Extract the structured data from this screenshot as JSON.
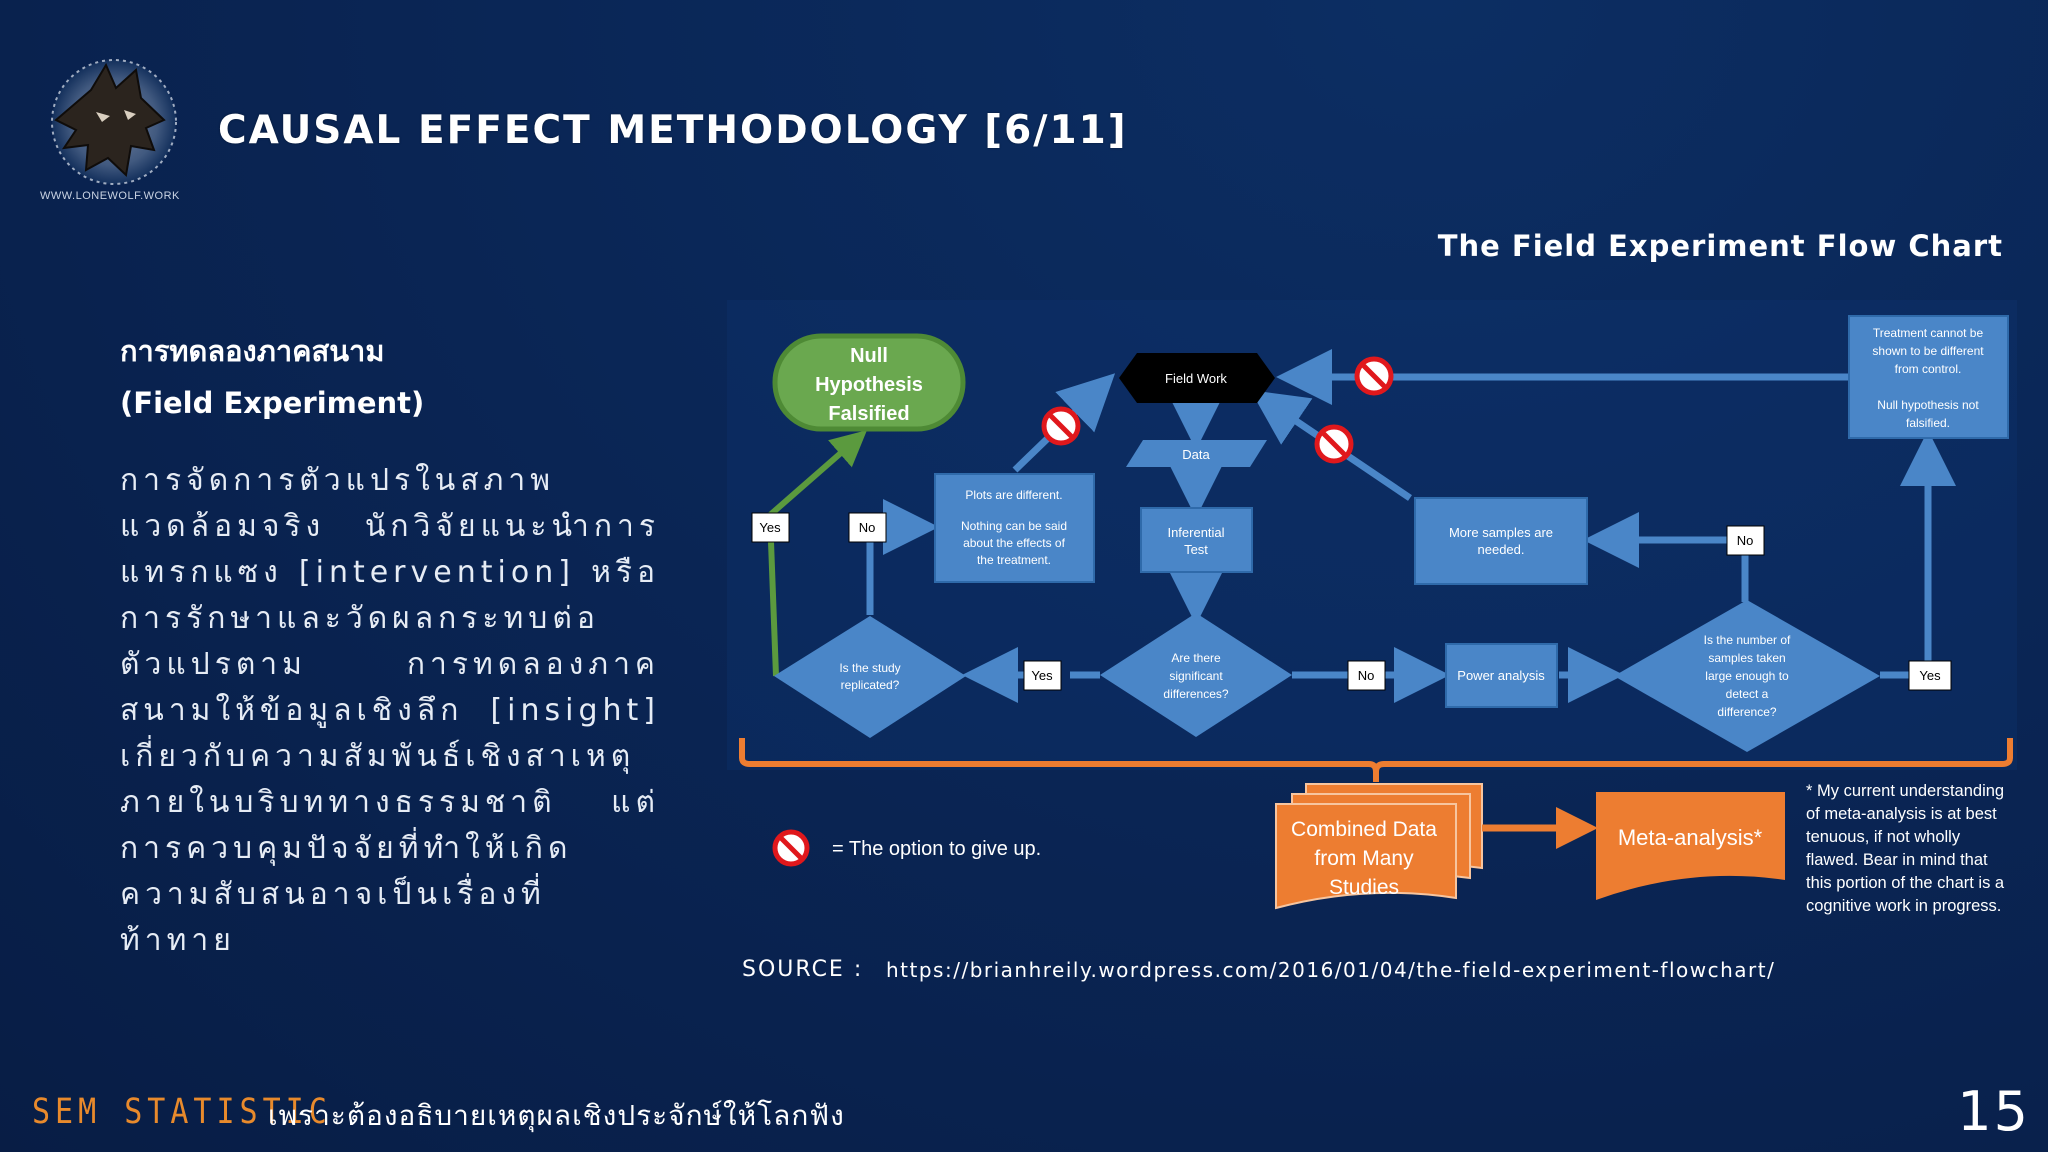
{
  "logo_text": "WWW.LONEWOLF.WORK",
  "title": "CAUSAL EFFECT METHODOLOGY [6/11]",
  "chart_title": "The Field Experiment Flow Chart",
  "subhead": [
    "การทดลองภาคสนาม",
    "(Field Experiment)"
  ],
  "body_text": "การจัดการตัวแปรในสภาพแวดล้อมจริง นักวิจัยแนะนำการแทรกแซง [intervention] หรือการรักษาและวัดผลกระทบต่อตัวแปรตาม การทดลองภาคสนามให้ข้อมูลเชิงลึก [insight] เกี่ยวกับความสัมพันธ์เชิงสาเหตุภายในบริบททางธรรมชาติ แต่การควบคุมปัจจัยที่ทำให้เกิดความสับสนอาจเป็นเรื่องที่ท้าทาย",
  "flow": {
    "null_hypothesis": [
      "Null",
      "Hypothesis",
      "Falsified"
    ],
    "field_work": "Field Work",
    "data": "Data",
    "inferential": [
      "Inferential",
      "Test"
    ],
    "plots_different": [
      "Plots are different.",
      "",
      "Nothing  can be said",
      "about the effects of",
      "the treatment."
    ],
    "more_samples": [
      "More samples are",
      "needed."
    ],
    "treatment_cannot": [
      "Treatment cannot be",
      "shown to be different",
      "from control.",
      "",
      "Null hypothesis not",
      "falsified."
    ],
    "replicated": [
      "Is the study",
      "replicated?"
    ],
    "significant": [
      "Are there",
      "significant",
      "differences?"
    ],
    "power": "Power analysis",
    "samples_question": [
      "Is the number of",
      "samples taken",
      "large enough to",
      "detect a",
      "difference?"
    ],
    "yes": "Yes",
    "no": "No",
    "combined": [
      "Combined Data",
      "from Many",
      "Studies"
    ],
    "meta": "Meta-analysis*",
    "give_up_legend": "= The option to give up.",
    "meta_note": [
      "* My current understanding",
      "of meta-analysis is at best",
      "tenuous, if not wholly",
      "flawed. Bear in mind that",
      "this portion of the chart is a",
      "cognitive work in progress."
    ]
  },
  "source_label": "SOURCE :",
  "source_url": "https://brianhreily.wordpress.com/2016/01/04/the-field-experiment-flowchart/",
  "footer_brand": "SEM STATISTIC",
  "footer_tagline": "เพราะต้องอธิบายเหตุผลเชิงประจักษ์ให้โลกฟัง",
  "page_number": "15",
  "colors": {
    "box_blue": "#4a86c8",
    "box_border": "#2f6aaa",
    "green": "#6aa84f",
    "orange": "#ed7d31",
    "accent_orange": "#e88a2c",
    "no_sign": "#e0181c"
  }
}
